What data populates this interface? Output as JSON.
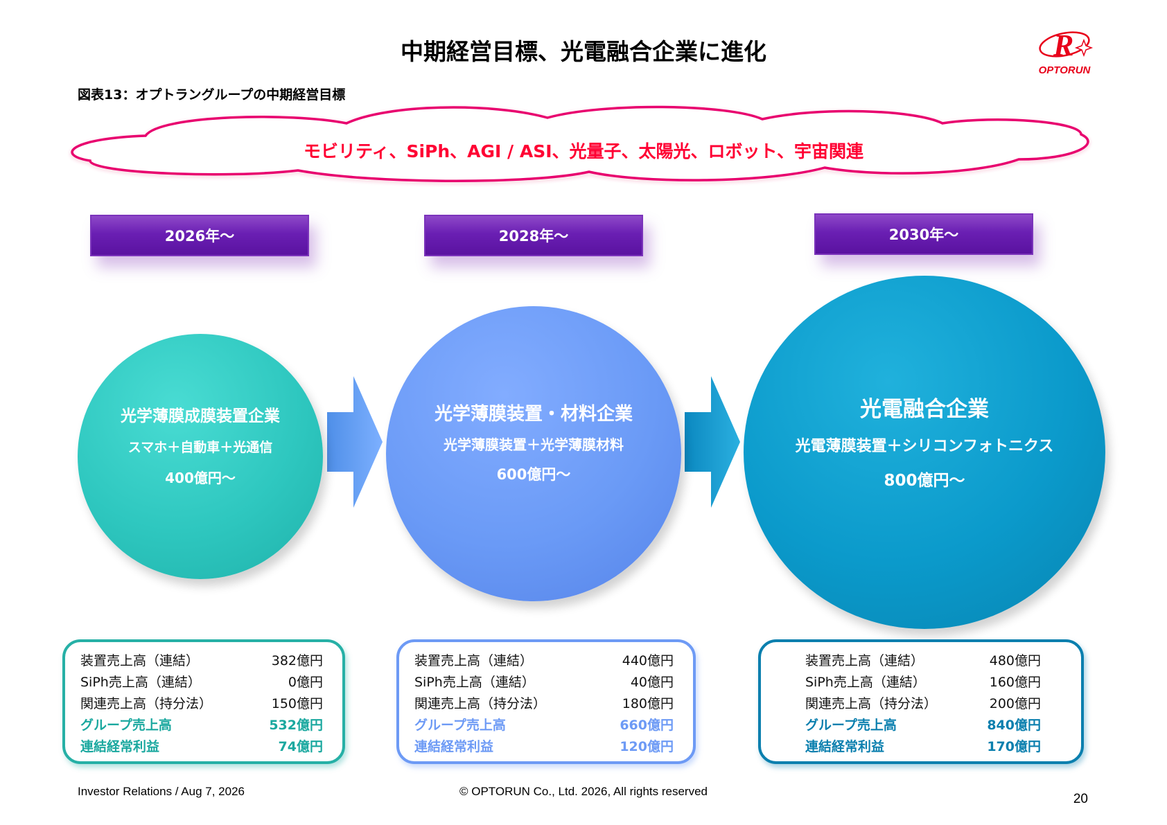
{
  "title": "中期経営目標、光電融合企業に進化",
  "subtitle": "図表13：オプトラングループの中期経営目標",
  "logo": {
    "letter": "R",
    "name": "OPTORUN",
    "color": "#e8001a"
  },
  "cloud_text": "モビリティ、SiPh、AGI / ASI、光量子、太陽光、ロボット、宇宙関連",
  "stages": [
    {
      "year": "2026年～",
      "circle": {
        "title": "光学薄膜成膜装置企業",
        "detail": "スマホ＋自動車＋光通信",
        "amount": "400億円～"
      },
      "stats": [
        {
          "label": "装置売上高（連結）",
          "value": "382億円"
        },
        {
          "label": "SiPh売上高（連結）",
          "value": "0億円"
        },
        {
          "label": "関連売上高（持分法）",
          "value": "150億円"
        },
        {
          "label": "グループ売上高",
          "value": "532億円"
        },
        {
          "label": "連結経常利益",
          "value": "74億円"
        }
      ]
    },
    {
      "year": "2028年～",
      "circle": {
        "title": "光学薄膜装置・材料企業",
        "detail": "光学薄膜装置＋光学薄膜材料",
        "amount": "600億円～"
      },
      "stats": [
        {
          "label": "装置売上高（連結）",
          "value": "440億円"
        },
        {
          "label": "SiPh売上高（連結）",
          "value": "40億円"
        },
        {
          "label": "関連売上高（持分法）",
          "value": "180億円"
        },
        {
          "label": "グループ売上高",
          "value": "660億円"
        },
        {
          "label": "連結経常利益",
          "value": "120億円"
        }
      ]
    },
    {
      "year": "2030年～",
      "circle": {
        "title": "光電融合企業",
        "detail": "光電薄膜装置＋シリコンフォトニクス",
        "amount": "800億円～"
      },
      "stats": [
        {
          "label": "装置売上高（連結）",
          "value": "480億円"
        },
        {
          "label": "SiPh売上高（連結）",
          "value": "160億円"
        },
        {
          "label": "関連売上高（持分法）",
          "value": "200億円"
        },
        {
          "label": "グループ売上高",
          "value": "840億円"
        },
        {
          "label": "連結経常利益",
          "value": "170億円"
        }
      ]
    }
  ],
  "footer": {
    "left": "Investor Relations / Aug 7, 2026",
    "center": "© OPTORUN Co., Ltd. 2026, All rights reserved",
    "page": "20"
  }
}
